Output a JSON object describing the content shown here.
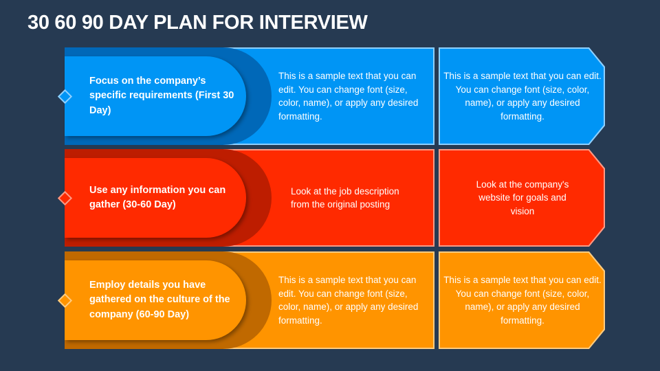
{
  "title": "30 60 90 DAY PLAN FOR INTERVIEW",
  "colors": {
    "background": "#263a52"
  },
  "rows": [
    {
      "heading": "Focus on the company’s specific requirements (First 30 Day)",
      "middle_text": "This is a sample text that you can edit. You can change font (size, color, name), or apply any desired formatting.",
      "right_text": "This is a sample text that you can edit. You can change font (size, color, name), or apply any desired formatting.",
      "main": "#0095f5",
      "dark": "#0068b8",
      "light": "#8fd0ff"
    },
    {
      "heading": "Use any information you can gather (30-60 Day)",
      "middle_text": "Look at the job description from the original posting",
      "right_text": "Look at the company's website for goals and vision",
      "main": "#ff2a00",
      "dark": "#bd1d00",
      "light": "#ff9a85"
    },
    {
      "heading": "Employ details you have gathered on the culture of the company (60-90 Day)",
      "middle_text": "This is a sample text that you can edit. You can change font (size, color, name), or apply any desired formatting.",
      "right_text": "This is a sample text that you can edit. You can change font (size, color, name), or apply any desired formatting.",
      "main": "#ff9400",
      "dark": "#c06900",
      "light": "#ffcc80"
    }
  ]
}
